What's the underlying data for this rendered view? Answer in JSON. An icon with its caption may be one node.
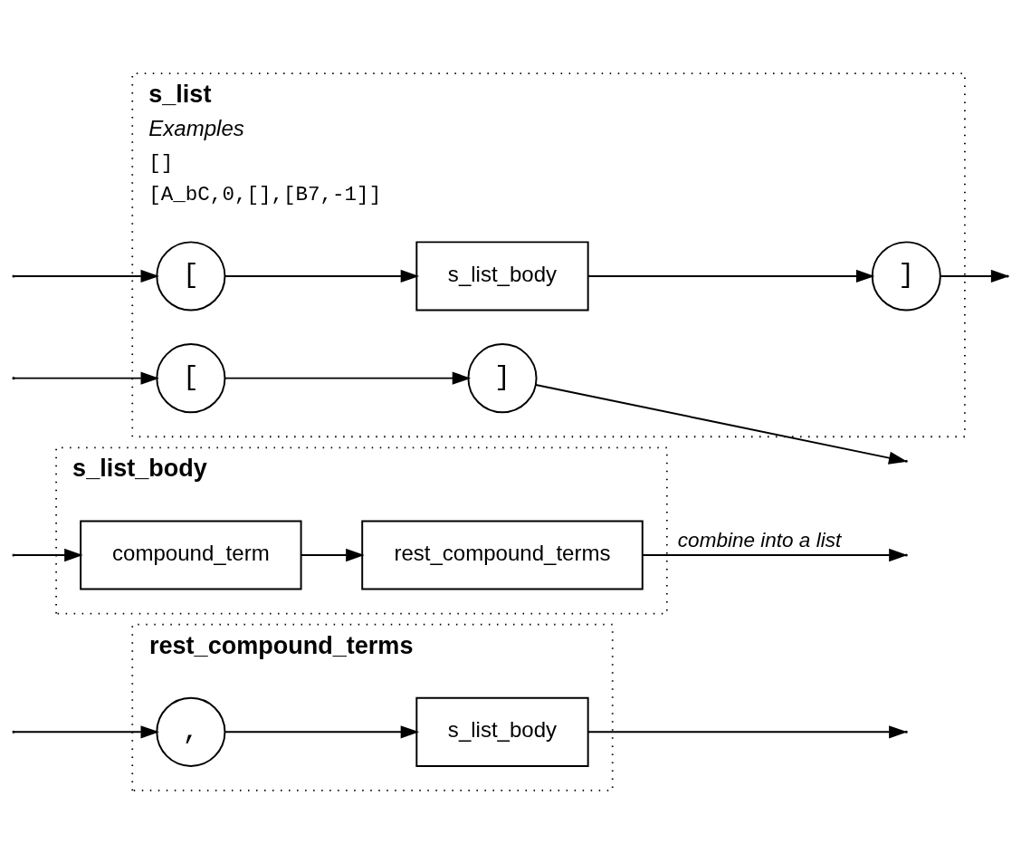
{
  "diagram": {
    "nodes": [
      {
        "text": [
          "s_list",
          "Examples",
          "[]",
          "[A_bC,0,[],[B7,-1]]"
        ]
      },
      {
        "text": [
          "["
        ],
        "in": 0
      },
      {
        "text": [
          "]"
        ],
        "in": 0
      },
      {
        "text": [
          "["
        ],
        "in": 0
      },
      {
        "text": [
          "s_list_body"
        ],
        "in": 0
      },
      {
        "text": [
          "]"
        ],
        "in": 0
      },
      {
        "text": [
          "s_list_body"
        ]
      },
      {
        "text": [
          "compound_term"
        ],
        "in": 6
      },
      {
        "text": [
          "rest_compound_terms"
        ],
        "in": 6
      },
      {
        "text": [
          "rest_compound_terms"
        ]
      },
      {
        "text": [
          ","
        ],
        "in": 9
      },
      {
        "text": [
          "s_list_body"
        ],
        "in": 9
      }
    ],
    "edges": [
      {
        "from": null,
        "to": 1,
        "arrow": "to"
      },
      {
        "from": null,
        "to": 3,
        "arrow": "to"
      },
      {
        "from": 1,
        "to": 2,
        "arrow": "to"
      },
      {
        "from": 3,
        "to": 4,
        "arrow": "to"
      },
      {
        "from": 4,
        "to": 5,
        "arrow": "to"
      },
      {
        "from": 2,
        "to": null,
        "arrow": "to"
      },
      {
        "from": 5,
        "to": null,
        "arrow": "to"
      },
      {
        "from": null,
        "to": 7,
        "arrow": "to"
      },
      {
        "from": 7,
        "to": 8,
        "arrow": "to"
      },
      {
        "from": 8,
        "to": null,
        "arrow": "to",
        "label": "combine into a list"
      },
      {
        "from": null,
        "to": 10,
        "arrow": "to"
      },
      {
        "from": 10,
        "to": 11,
        "arrow": "to"
      },
      {
        "from": 11,
        "to": null,
        "arrow": "to"
      }
    ]
  }
}
